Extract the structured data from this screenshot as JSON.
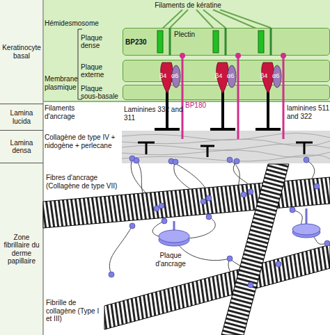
{
  "diagram": {
    "nodes": [
      {
        "text": [
          "Keratinocyte basal"
        ]
      },
      {
        "text": [
          "Lamina lucida"
        ]
      },
      {
        "text": [
          "Lamina densa"
        ]
      },
      {
        "text": [
          "Zone fibrillaire du derme papillaire"
        ]
      },
      {
        "text": [
          "Plaque dense"
        ]
      },
      {
        "text": [
          "Plaque externe"
        ]
      },
      {
        "text": [
          "Plaque sous-basale"
        ]
      }
    ],
    "labels": [
      "Filaments de kératine",
      "Hémidesmosome",
      "BP230",
      "Plectin",
      "β4",
      "α6",
      "β4",
      "α6",
      "β4",
      "α6",
      "BP180",
      "Membrane plasmique",
      "Filaments d'ancrage",
      "Laminines 332 and 311",
      "laminines 511 and 322",
      "Collagène de type IV + nidogène + perlecane",
      "Fibres d'ancrage (Collagène de type VII)",
      "Plaque d'ancrage",
      "Fibrille de collagène (Type I et III)"
    ]
  }
}
